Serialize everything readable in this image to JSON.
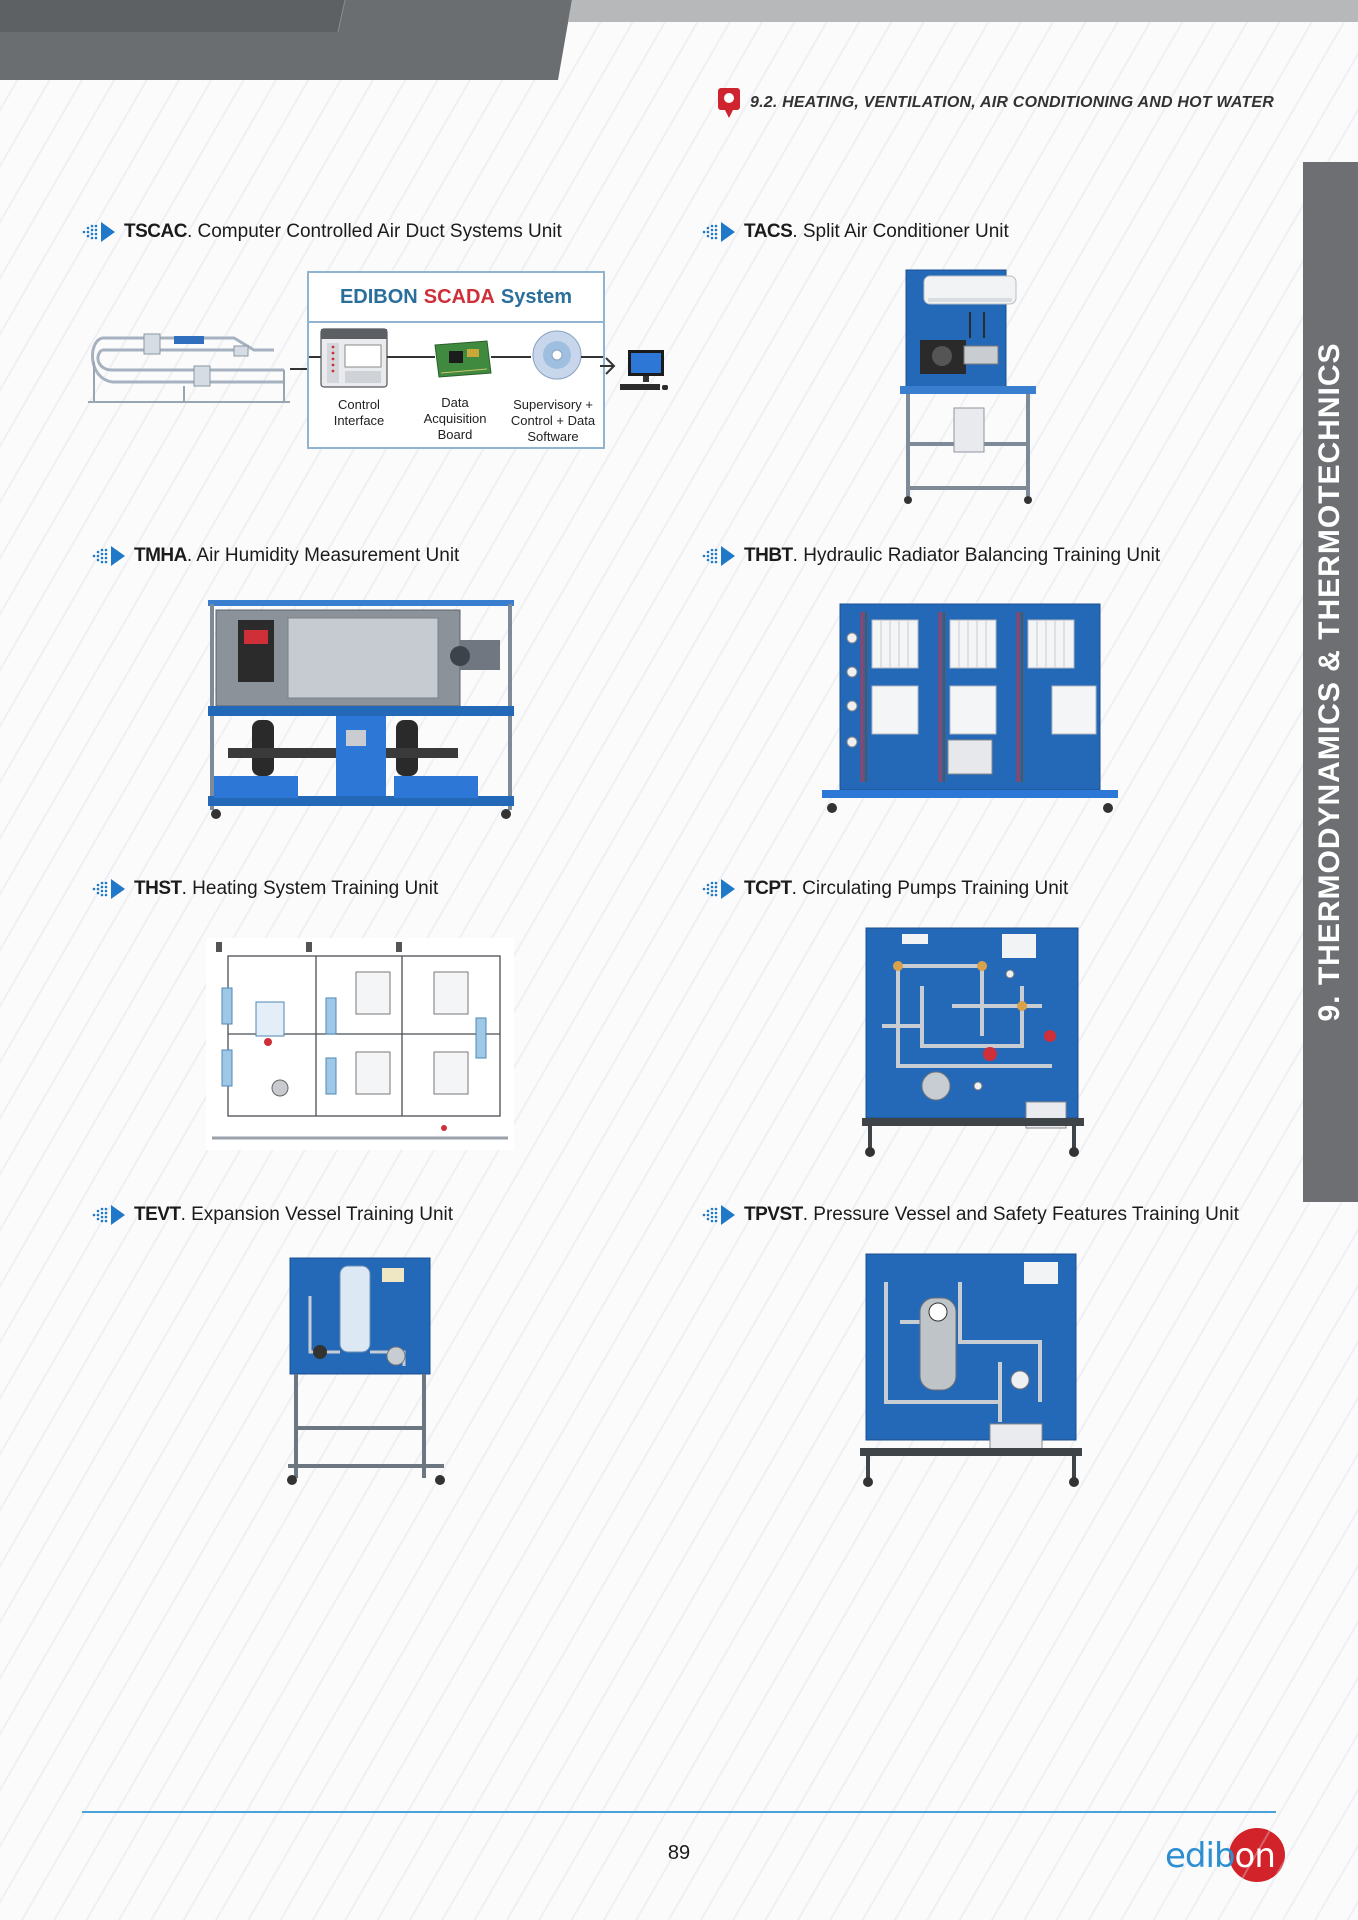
{
  "section": {
    "title": "9.2. HEATING, VENTILATION, AIR CONDITIONING AND HOT WATER"
  },
  "side_tab": {
    "label": "9. THERMODYNAMICS & THERMOTECHNICS"
  },
  "items": [
    {
      "code": "TSCAC",
      "sep": ". ",
      "name": "Computer Controlled Air Duct Systems Unit"
    },
    {
      "code": "TACS",
      "sep": ". ",
      "name": "Split Air Conditioner Unit"
    },
    {
      "code": "TMHA",
      "sep": ". ",
      "name": "Air Humidity Measurement Unit"
    },
    {
      "code": "THBT",
      "sep": ". ",
      "name": "Hydraulic Radiator Balancing Training Unit"
    },
    {
      "code": "THST",
      "sep": ". ",
      "name": "Heating System Training Unit"
    },
    {
      "code": "TCPT",
      "sep": ". ",
      "name": "Circulating Pumps Training Unit"
    },
    {
      "code": "TEVT",
      "sep": ". ",
      "name": "Expansion Vessel Training Unit"
    },
    {
      "code": "TPVST",
      "sep": ". ",
      "name": "Pressure Vessel and Safety Features Training Unit"
    }
  ],
  "scada": {
    "title_edibon": "EDIBON",
    "title_scada": "SCADA",
    "title_system": "System",
    "cap_control_1": "Control",
    "cap_control_2": "Interface",
    "cap_data_1": "Data",
    "cap_data_2": "Acquisition",
    "cap_data_3": "Board",
    "cap_soft_1": "Supervisory +",
    "cap_soft_2": "Control + Data",
    "cap_soft_3": "Software"
  },
  "footer": {
    "page_number": "89",
    "logo_left": "edib",
    "logo_right": "on"
  },
  "colors": {
    "accent_blue": "#1f78c8",
    "panel_blue": "#2468b8",
    "brand_red": "#d2232a",
    "tab_grey": "#6d6f72"
  }
}
